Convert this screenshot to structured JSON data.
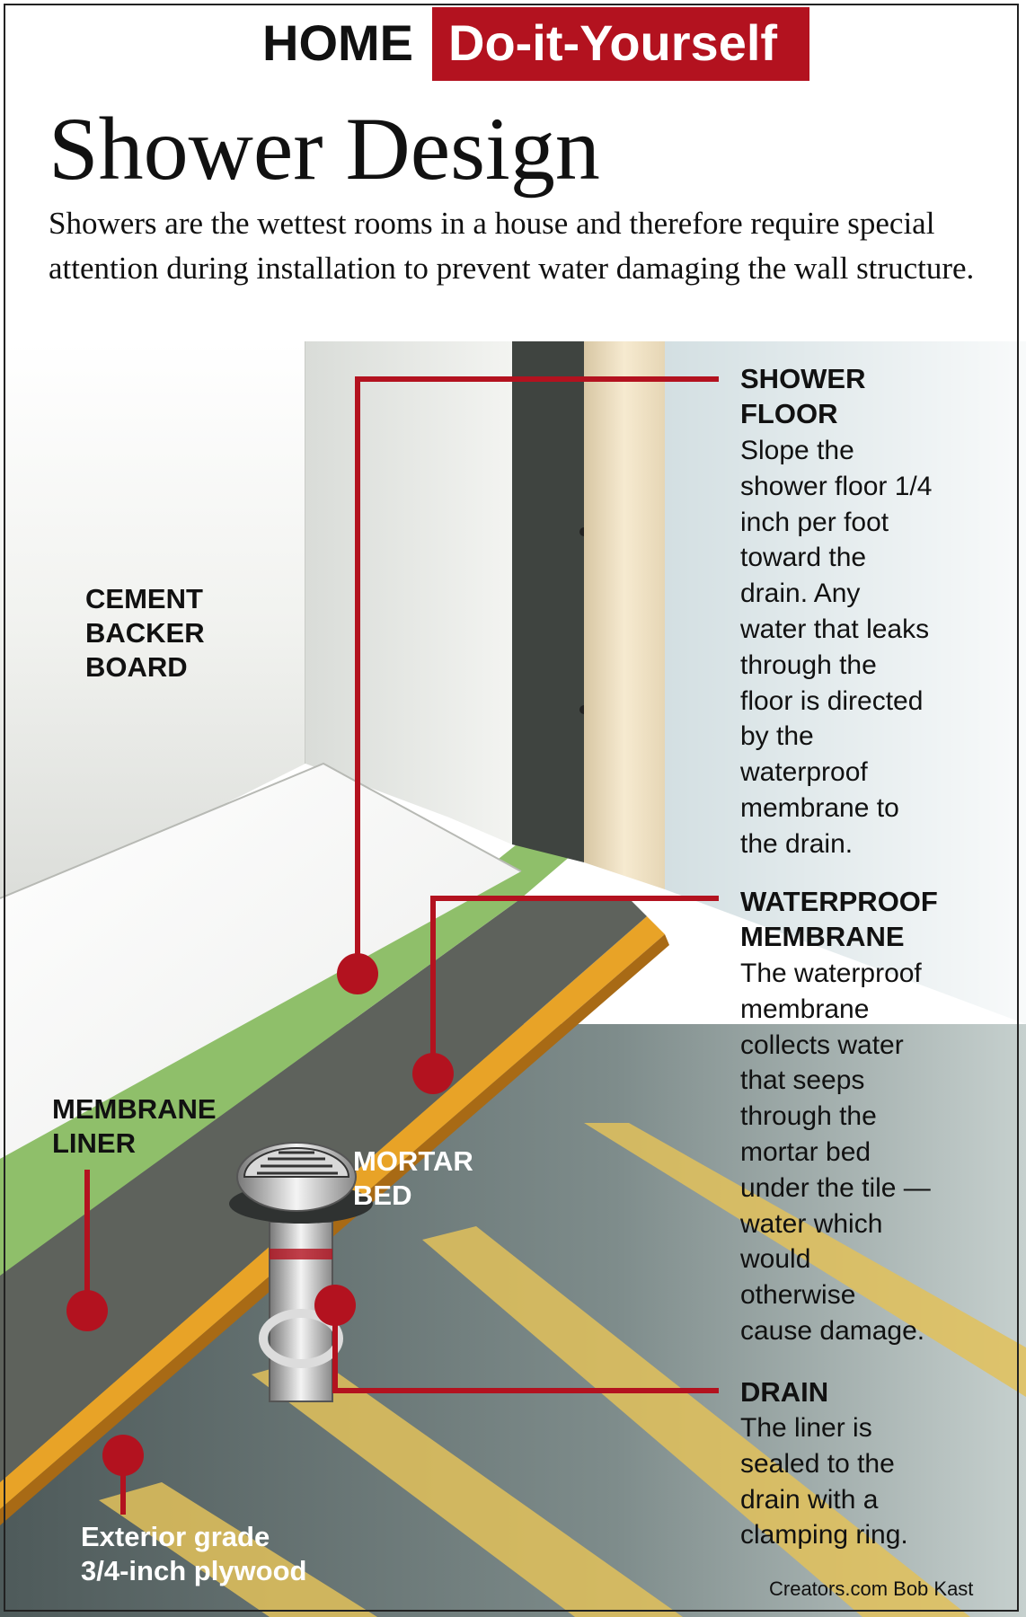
{
  "header": {
    "home": "HOME",
    "section": "Do-it-Yourself",
    "badge_color": "#b3121f"
  },
  "title": "Shower Design",
  "intro": "Showers are the wettest rooms in a house and therefore require special attention during installation to prevent water damaging the wall structure.",
  "labels": {
    "cement_backer_board": "CEMENT\nBACKER\nBOARD",
    "membrane_liner": "MEMBRANE\nLINER",
    "mortar_bed": "MORTAR\nBED",
    "plywood": "Exterior grade\n3/4-inch plywood"
  },
  "callouts": [
    {
      "title": "SHOWER\nFLOOR",
      "body": "Slope the\nshower floor 1/4\ninch per foot\ntoward the\ndrain. Any\nwater that leaks\nthrough the\nfloor is directed\nby the\nwaterproof\nmembrane to\nthe drain."
    },
    {
      "title": "WATERPROOF\nMEMBRANE",
      "body": "The waterproof\nmembrane\ncollects water\nthat seeps\nthrough the\nmortar bed\nunder the tile —\nwater which\nwould\notherwise\ncause damage."
    },
    {
      "title": "DRAIN",
      "body": "The liner is\nsealed to the\ndrain with a\nclamping ring."
    }
  ],
  "credit": "Creators.com Bob Kast",
  "colors": {
    "accent_red": "#b3121f",
    "membrane_green": "#8fbf6a",
    "mortar_gray": "#5e625c",
    "joist_yellow": "#e5a52a",
    "wall_white": "#f4f5f3"
  }
}
